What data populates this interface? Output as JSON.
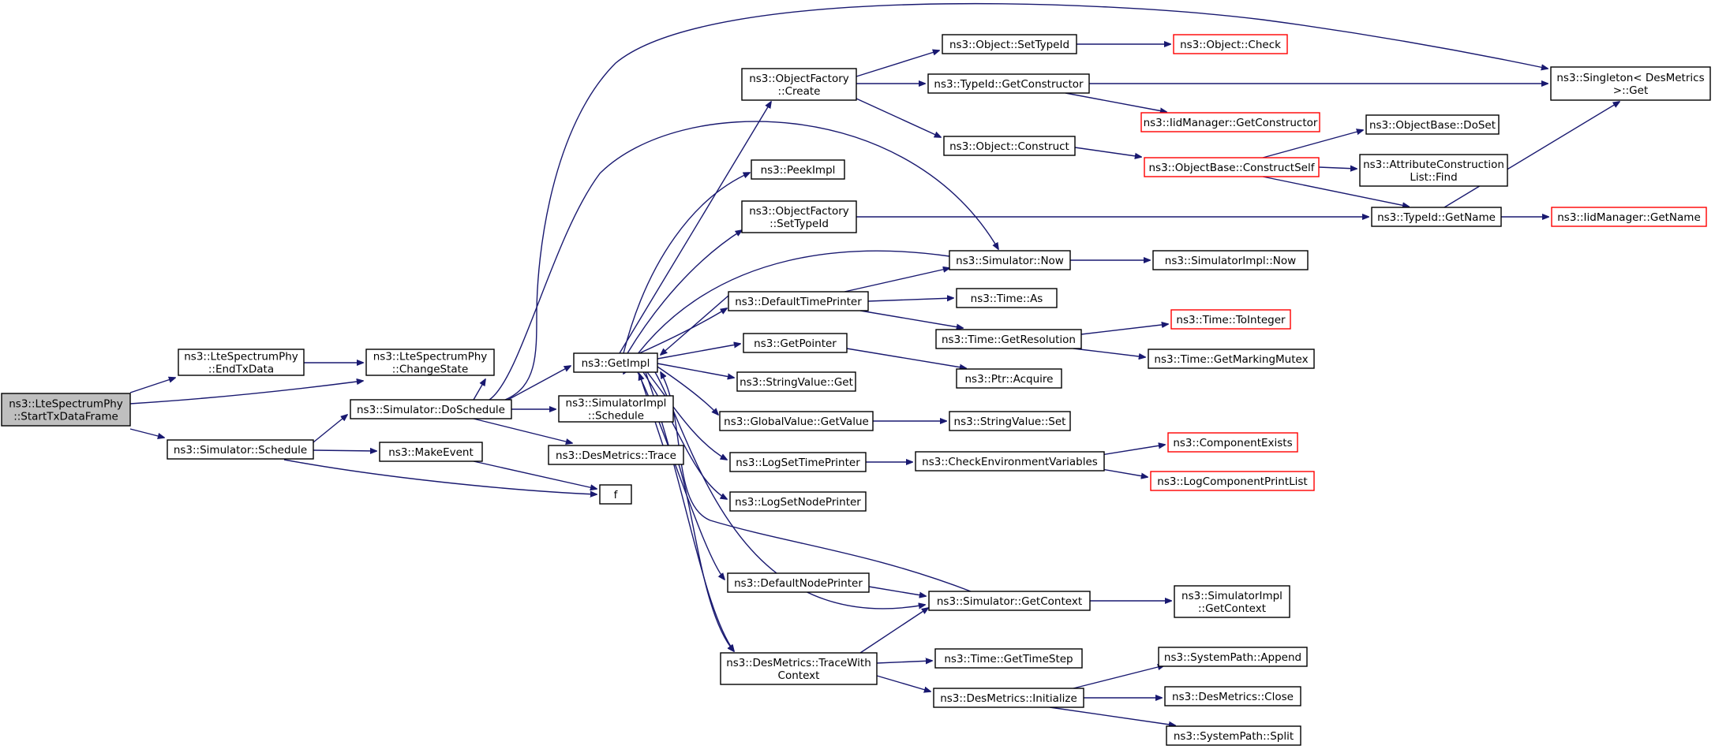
{
  "diagram": {
    "nodes": [
      {
        "id": "root",
        "lines": [
          "ns3::LteSpectrumPhy",
          "::StartTxDataFrame"
        ],
        "style": "root"
      },
      {
        "id": "endtx",
        "lines": [
          "ns3::LteSpectrumPhy",
          "::EndTxData"
        ],
        "style": "normal"
      },
      {
        "id": "changestate",
        "lines": [
          "ns3::LteSpectrumPhy",
          "::ChangeState"
        ],
        "style": "normal"
      },
      {
        "id": "schedule",
        "lines": [
          "ns3::Simulator::Schedule"
        ],
        "style": "normal"
      },
      {
        "id": "doschedule",
        "lines": [
          "ns3::Simulator::DoSchedule"
        ],
        "style": "normal"
      },
      {
        "id": "makeevent",
        "lines": [
          "ns3::MakeEvent"
        ],
        "style": "normal"
      },
      {
        "id": "f",
        "lines": [
          "f"
        ],
        "style": "normal"
      },
      {
        "id": "getimpl",
        "lines": [
          "ns3::GetImpl"
        ],
        "style": "normal"
      },
      {
        "id": "simimplschedule",
        "lines": [
          "ns3::SimulatorImpl",
          "::Schedule"
        ],
        "style": "normal"
      },
      {
        "id": "trace",
        "lines": [
          "ns3::DesMetrics::Trace"
        ],
        "style": "normal"
      },
      {
        "id": "ofcreate",
        "lines": [
          "ns3::ObjectFactory",
          "::Create"
        ],
        "style": "normal"
      },
      {
        "id": "peekimpl",
        "lines": [
          "ns3::PeekImpl"
        ],
        "style": "normal"
      },
      {
        "id": "ofsettypeid",
        "lines": [
          "ns3::ObjectFactory",
          "::SetTypeId"
        ],
        "style": "normal"
      },
      {
        "id": "deftimeprinter",
        "lines": [
          "ns3::DefaultTimePrinter"
        ],
        "style": "normal"
      },
      {
        "id": "getpointer",
        "lines": [
          "ns3::GetPointer"
        ],
        "style": "normal"
      },
      {
        "id": "stringvalueget",
        "lines": [
          "ns3::StringValue::Get"
        ],
        "style": "normal"
      },
      {
        "id": "gvgetvalue",
        "lines": [
          "ns3::GlobalValue::GetValue"
        ],
        "style": "normal"
      },
      {
        "id": "logsettime",
        "lines": [
          "ns3::LogSetTimePrinter"
        ],
        "style": "normal"
      },
      {
        "id": "logsetnode",
        "lines": [
          "ns3::LogSetNodePrinter"
        ],
        "style": "normal"
      },
      {
        "id": "defnodeprinter",
        "lines": [
          "ns3::DefaultNodePrinter"
        ],
        "style": "normal"
      },
      {
        "id": "tracewithctx",
        "lines": [
          "ns3::DesMetrics::TraceWith",
          "Context"
        ],
        "style": "normal"
      },
      {
        "id": "objsettypeid",
        "lines": [
          "ns3::Object::SetTypeId"
        ],
        "style": "normal"
      },
      {
        "id": "tidgetctor",
        "lines": [
          "ns3::TypeId::GetConstructor"
        ],
        "style": "normal"
      },
      {
        "id": "objconstruct",
        "lines": [
          "ns3::Object::Construct"
        ],
        "style": "normal"
      },
      {
        "id": "simnow",
        "lines": [
          "ns3::Simulator::Now"
        ],
        "style": "normal"
      },
      {
        "id": "timeas",
        "lines": [
          "ns3::Time::As"
        ],
        "style": "normal"
      },
      {
        "id": "timegetres",
        "lines": [
          "ns3::Time::GetResolution"
        ],
        "style": "normal"
      },
      {
        "id": "ptracquire",
        "lines": [
          "ns3::Ptr::Acquire"
        ],
        "style": "normal"
      },
      {
        "id": "stringvalueset",
        "lines": [
          "ns3::StringValue::Set"
        ],
        "style": "normal"
      },
      {
        "id": "checkenv",
        "lines": [
          "ns3::CheckEnvironmentVariables"
        ],
        "style": "normal"
      },
      {
        "id": "simgetctx",
        "lines": [
          "ns3::Simulator::GetContext"
        ],
        "style": "normal"
      },
      {
        "id": "timegetstep",
        "lines": [
          "ns3::Time::GetTimeStep"
        ],
        "style": "normal"
      },
      {
        "id": "dminit",
        "lines": [
          "ns3::DesMetrics::Initialize"
        ],
        "style": "normal"
      },
      {
        "id": "objcheck",
        "lines": [
          "ns3::Object::Check"
        ],
        "style": "red"
      },
      {
        "id": "iidgetctor",
        "lines": [
          "ns3::IidManager::GetConstructor"
        ],
        "style": "red"
      },
      {
        "id": "obconstructself",
        "lines": [
          "ns3::ObjectBase::ConstructSelf"
        ],
        "style": "red"
      },
      {
        "id": "simimplnow",
        "lines": [
          "ns3::SimulatorImpl::Now"
        ],
        "style": "normal"
      },
      {
        "id": "timetoint",
        "lines": [
          "ns3::Time::ToInteger"
        ],
        "style": "red"
      },
      {
        "id": "timemutex",
        "lines": [
          "ns3::Time::GetMarkingMutex"
        ],
        "style": "normal"
      },
      {
        "id": "compexists",
        "lines": [
          "ns3::ComponentExists"
        ],
        "style": "red"
      },
      {
        "id": "logcomplist",
        "lines": [
          "ns3::LogComponentPrintList"
        ],
        "style": "red"
      },
      {
        "id": "simimplgetctx",
        "lines": [
          "ns3::SimulatorImpl",
          "::GetContext"
        ],
        "style": "normal"
      },
      {
        "id": "spappend",
        "lines": [
          "ns3::SystemPath::Append"
        ],
        "style": "normal"
      },
      {
        "id": "dmclose",
        "lines": [
          "ns3::DesMetrics::Close"
        ],
        "style": "normal"
      },
      {
        "id": "spsplit",
        "lines": [
          "ns3::SystemPath::Split"
        ],
        "style": "normal"
      },
      {
        "id": "singleton",
        "lines": [
          "ns3::Singleton< DesMetrics",
          " >::Get"
        ],
        "style": "normal"
      },
      {
        "id": "obdoset",
        "lines": [
          "ns3::ObjectBase::DoSet"
        ],
        "style": "normal"
      },
      {
        "id": "acfind",
        "lines": [
          "ns3::AttributeConstruction",
          "List::Find"
        ],
        "style": "normal"
      },
      {
        "id": "tidgetname",
        "lines": [
          "ns3::TypeId::GetName"
        ],
        "style": "normal"
      },
      {
        "id": "iidgetname",
        "lines": [
          "ns3::IidManager::GetName"
        ],
        "style": "red"
      }
    ]
  }
}
